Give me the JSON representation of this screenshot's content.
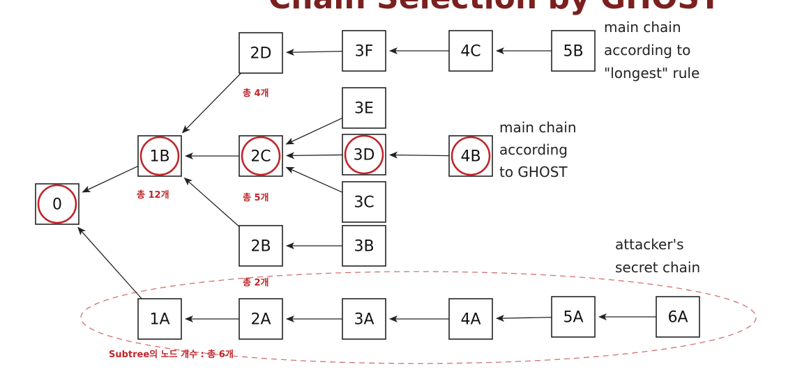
{
  "title": "Chain Selection by GHOST",
  "nodes": [
    {
      "id": "0",
      "label": "0",
      "circled": true
    },
    {
      "id": "1B",
      "label": "1B",
      "circled": true
    },
    {
      "id": "1A",
      "label": "1A",
      "circled": false
    },
    {
      "id": "2D",
      "label": "2D",
      "circled": false
    },
    {
      "id": "2C",
      "label": "2C",
      "circled": true
    },
    {
      "id": "2B",
      "label": "2B",
      "circled": false
    },
    {
      "id": "2A",
      "label": "2A",
      "circled": false
    },
    {
      "id": "3F",
      "label": "3F",
      "circled": false
    },
    {
      "id": "3E",
      "label": "3E",
      "circled": false
    },
    {
      "id": "3D",
      "label": "3D",
      "circled": true
    },
    {
      "id": "3C",
      "label": "3C",
      "circled": false
    },
    {
      "id": "3B",
      "label": "3B",
      "circled": false
    },
    {
      "id": "3A",
      "label": "3A",
      "circled": false
    },
    {
      "id": "4C",
      "label": "4C",
      "circled": false
    },
    {
      "id": "4B",
      "label": "4B",
      "circled": true
    },
    {
      "id": "4A",
      "label": "4A",
      "circled": false
    },
    {
      "id": "5B",
      "label": "5B",
      "circled": false
    },
    {
      "id": "5A",
      "label": "5A",
      "circled": false
    },
    {
      "id": "6A",
      "label": "6A",
      "circled": false
    }
  ],
  "edges": [
    {
      "from": "1B",
      "to": "0"
    },
    {
      "from": "1A",
      "to": "0"
    },
    {
      "from": "2D",
      "to": "1B"
    },
    {
      "from": "2C",
      "to": "1B"
    },
    {
      "from": "2B",
      "to": "1B"
    },
    {
      "from": "3F",
      "to": "2D"
    },
    {
      "from": "3E",
      "to": "2C"
    },
    {
      "from": "3D",
      "to": "2C"
    },
    {
      "from": "3C",
      "to": "2C"
    },
    {
      "from": "3B",
      "to": "2B"
    },
    {
      "from": "4C",
      "to": "3F"
    },
    {
      "from": "4B",
      "to": "3D"
    },
    {
      "from": "5B",
      "to": "4C"
    },
    {
      "from": "2A",
      "to": "1A"
    },
    {
      "from": "3A",
      "to": "2A"
    },
    {
      "from": "4A",
      "to": "3A"
    },
    {
      "from": "5A",
      "to": "4A"
    },
    {
      "from": "6A",
      "to": "5A"
    }
  ],
  "annotations": {
    "longest_line1": "main chain",
    "longest_line2": "according to",
    "longest_line3": "\"longest\" rule",
    "ghost_line1": "main chain",
    "ghost_line2": "according",
    "ghost_line3": "to GHOST",
    "attacker_line1": "attacker's",
    "attacker_line2": "secret chain"
  },
  "counts": {
    "count_2d": "총 4개",
    "count_1b": "총 12개",
    "count_2c": "총 5개",
    "count_2b": "총 2개",
    "count_1a": "Subtree의 노드 개수 : 총 6개"
  },
  "colors": {
    "circle": "#c0252a",
    "count_text": "#c0252a",
    "dashed_ellipse": "#d07070",
    "title": "#7b1f1f"
  }
}
